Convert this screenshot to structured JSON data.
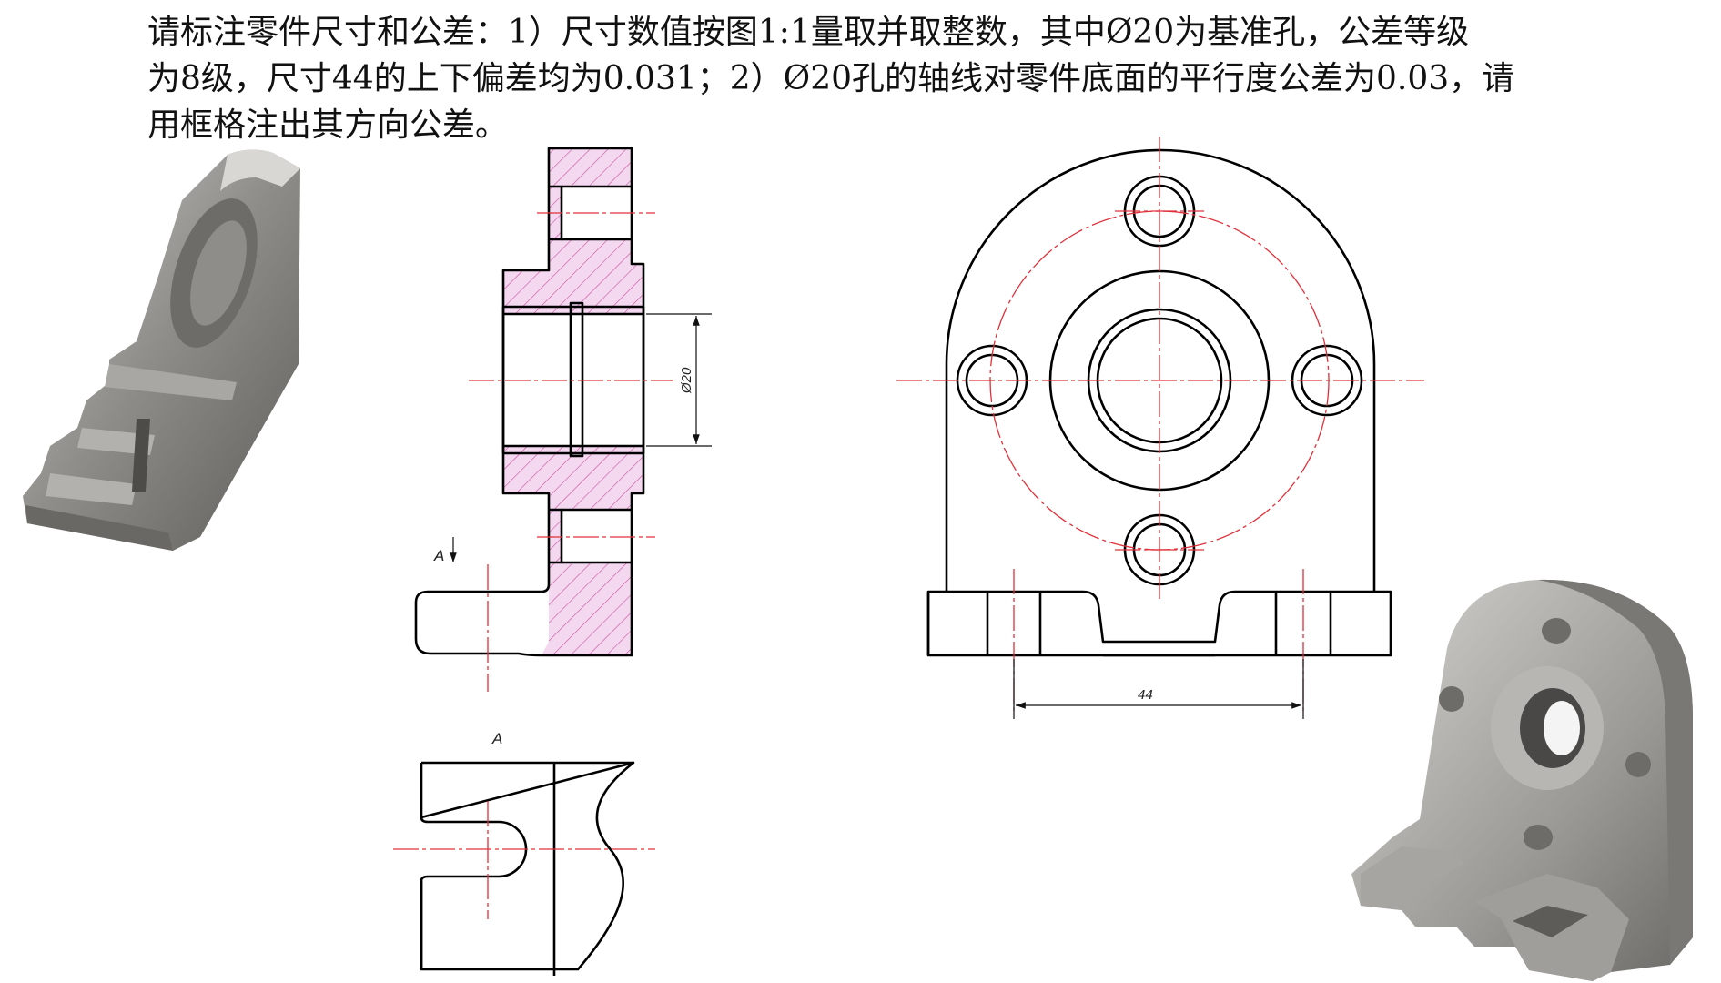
{
  "instruction": {
    "line1": "请标注零件尺寸和公差：1）尺寸数值按图1:1量取并取整数，其中Ø20为基准孔，公差等级",
    "line2": "为8级，尺寸44的上下偏差均为0.031；2）Ø20孔的轴线对零件底面的平行度公差为0.03，请",
    "line3": "用框格注出其方向公差。"
  },
  "drawing": {
    "dim_diameter": "Ø20",
    "dim_width": "44",
    "view_arrow_label": "A",
    "view_title": "A"
  },
  "colors": {
    "outline": "#000000",
    "centerline": "#e0303a",
    "hatch": "#c8509c",
    "section_fill": "#f3d8f0",
    "model_gray": "#8c8a86"
  }
}
